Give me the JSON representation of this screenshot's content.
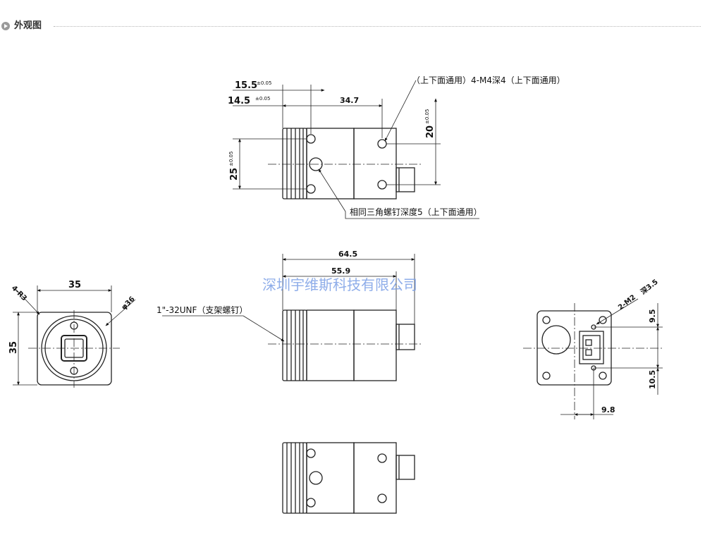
{
  "header": {
    "title": "外观图"
  },
  "watermark": "深圳宇维斯科技有限公司",
  "top_view": {
    "dim_15_5": "15.5",
    "tol_15_5": "±0.05",
    "dim_14_5": "14.5",
    "tol_14_5": "±0.05",
    "dim_34_7": "34.7",
    "dim_20": "20",
    "tol_20": "±0.05",
    "dim_25": "25",
    "tol_25": "±0.05",
    "note_m4": "（上下面通用）4-M4深4（上下面通用）",
    "note_tripod": "相同三角螺钉深度5（上下面通用）"
  },
  "front_view": {
    "dim_35_w": "35",
    "dim_35_h": "35",
    "dim_4r3": "4-R3",
    "dim_phi36": "φ36"
  },
  "side_view": {
    "dim_64_5": "64.5",
    "dim_55_9": "55.9",
    "note_unf": "1\"-32UNF（支架螺钉）"
  },
  "rear_view": {
    "dim_2m2": "2-M2",
    "dim_depth": "深3.5",
    "dim_9_5": "9.5",
    "dim_10_5": "10.5",
    "dim_9_8": "9.8"
  }
}
